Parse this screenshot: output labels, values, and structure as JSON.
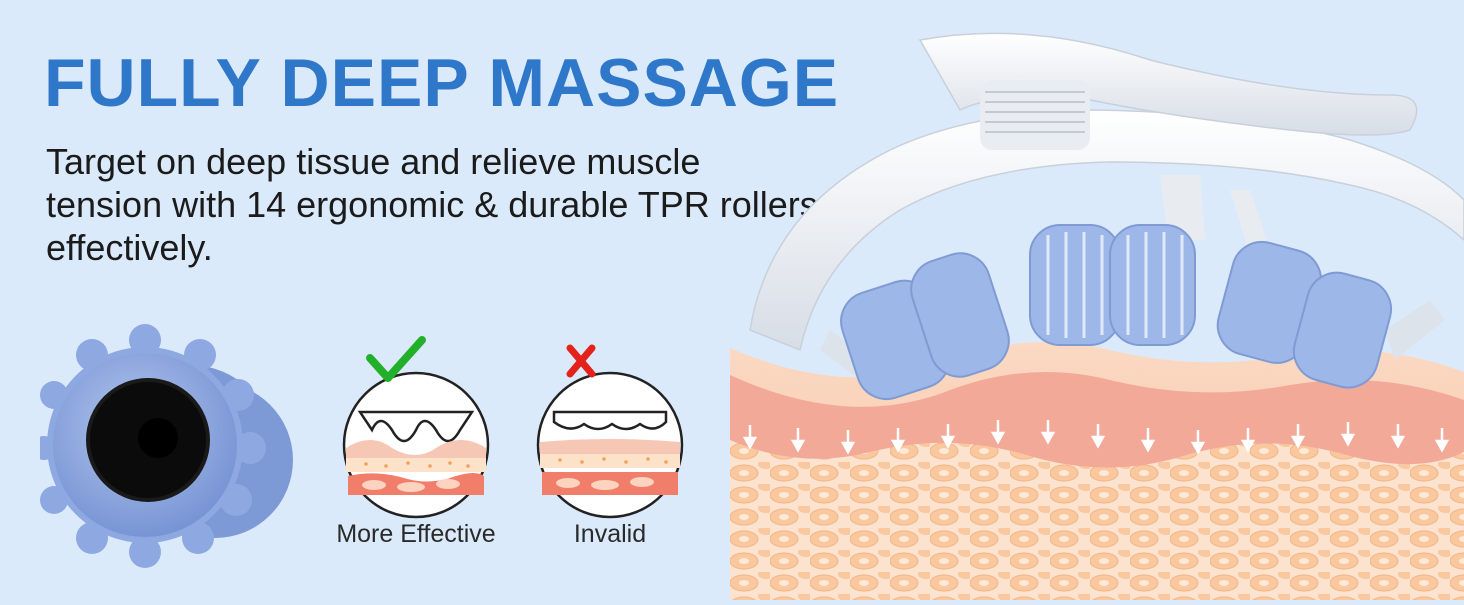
{
  "headline": "FULLY DEEP MASSAGE",
  "description": "Target on deep tissue and relieve muscle tension with 14 ergonomic & durable TPR rollers effectively.",
  "comparison": [
    {
      "caption": "More Effective",
      "marker_icon": "check-icon",
      "marker_color": "#22b02a"
    },
    {
      "caption": "Invalid",
      "marker_icon": "x-mark-icon",
      "marker_color": "#e3221c"
    }
  ],
  "colors": {
    "headline": "#2f77c9",
    "background": "#dbeafb",
    "roller": "#8fa9e0",
    "skin": "#f2a899"
  }
}
